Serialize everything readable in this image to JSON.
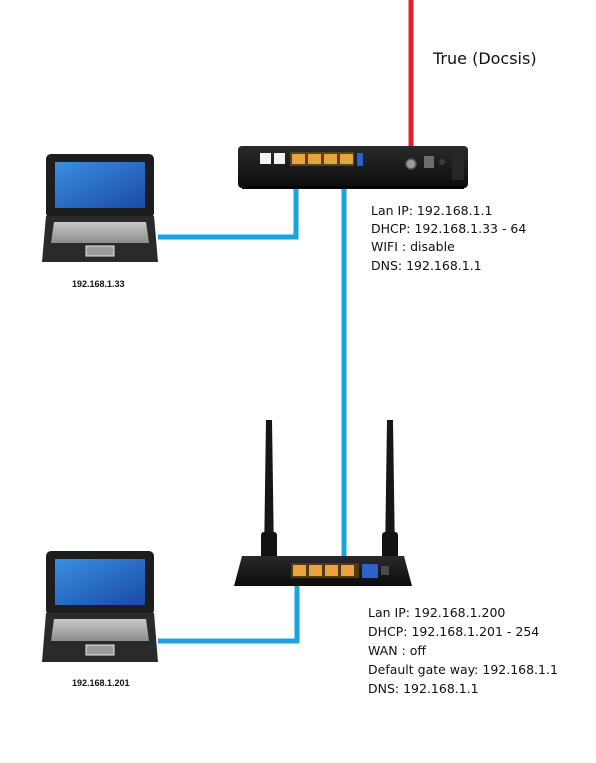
{
  "isp": {
    "label": "True (Docsis)"
  },
  "modem": {
    "info": [
      "Lan IP: 192.168.1.1",
      "DHCP: 192.168.1.33 - 64",
      "WIFI : disable",
      "DNS: 192.168.1.1"
    ]
  },
  "router": {
    "info": [
      "Lan IP: 192.168.1.200",
      "DHCP: 192.168.1.201 - 254",
      "WAN : off",
      "Default gate way: 192.168.1.1",
      "DNS: 192.168.1.1"
    ]
  },
  "laptops": [
    {
      "ip": "192.168.1.33"
    },
    {
      "ip": "192.168.1.201"
    }
  ],
  "colors": {
    "wan_cable": "#e0202a",
    "lan_cable": "#1aa3e0",
    "device_body": "#1c1c1c",
    "lan_port": "#e8a33a",
    "usb_port": "#2a62c8"
  }
}
